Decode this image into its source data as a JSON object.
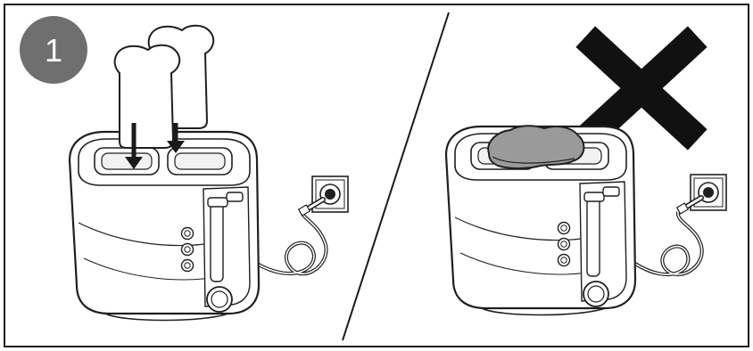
{
  "step": {
    "number": "1"
  },
  "panels": {
    "left": {
      "meaning": "correct",
      "icons": [
        "bread-slice-icon",
        "insert-arrow-icon",
        "toaster-icon",
        "power-plug-icon"
      ]
    },
    "right": {
      "meaning": "incorrect",
      "icons": [
        "cross-icon",
        "toaster-icon",
        "flat-bread-icon",
        "power-plug-icon"
      ]
    }
  },
  "colors": {
    "frame": "#1a1a1a",
    "badge": "#6f6f6f",
    "cross": "#111111",
    "bread": "#ffffff",
    "flat_bread": "#9a9a9a",
    "line": "#1f1f1f"
  }
}
